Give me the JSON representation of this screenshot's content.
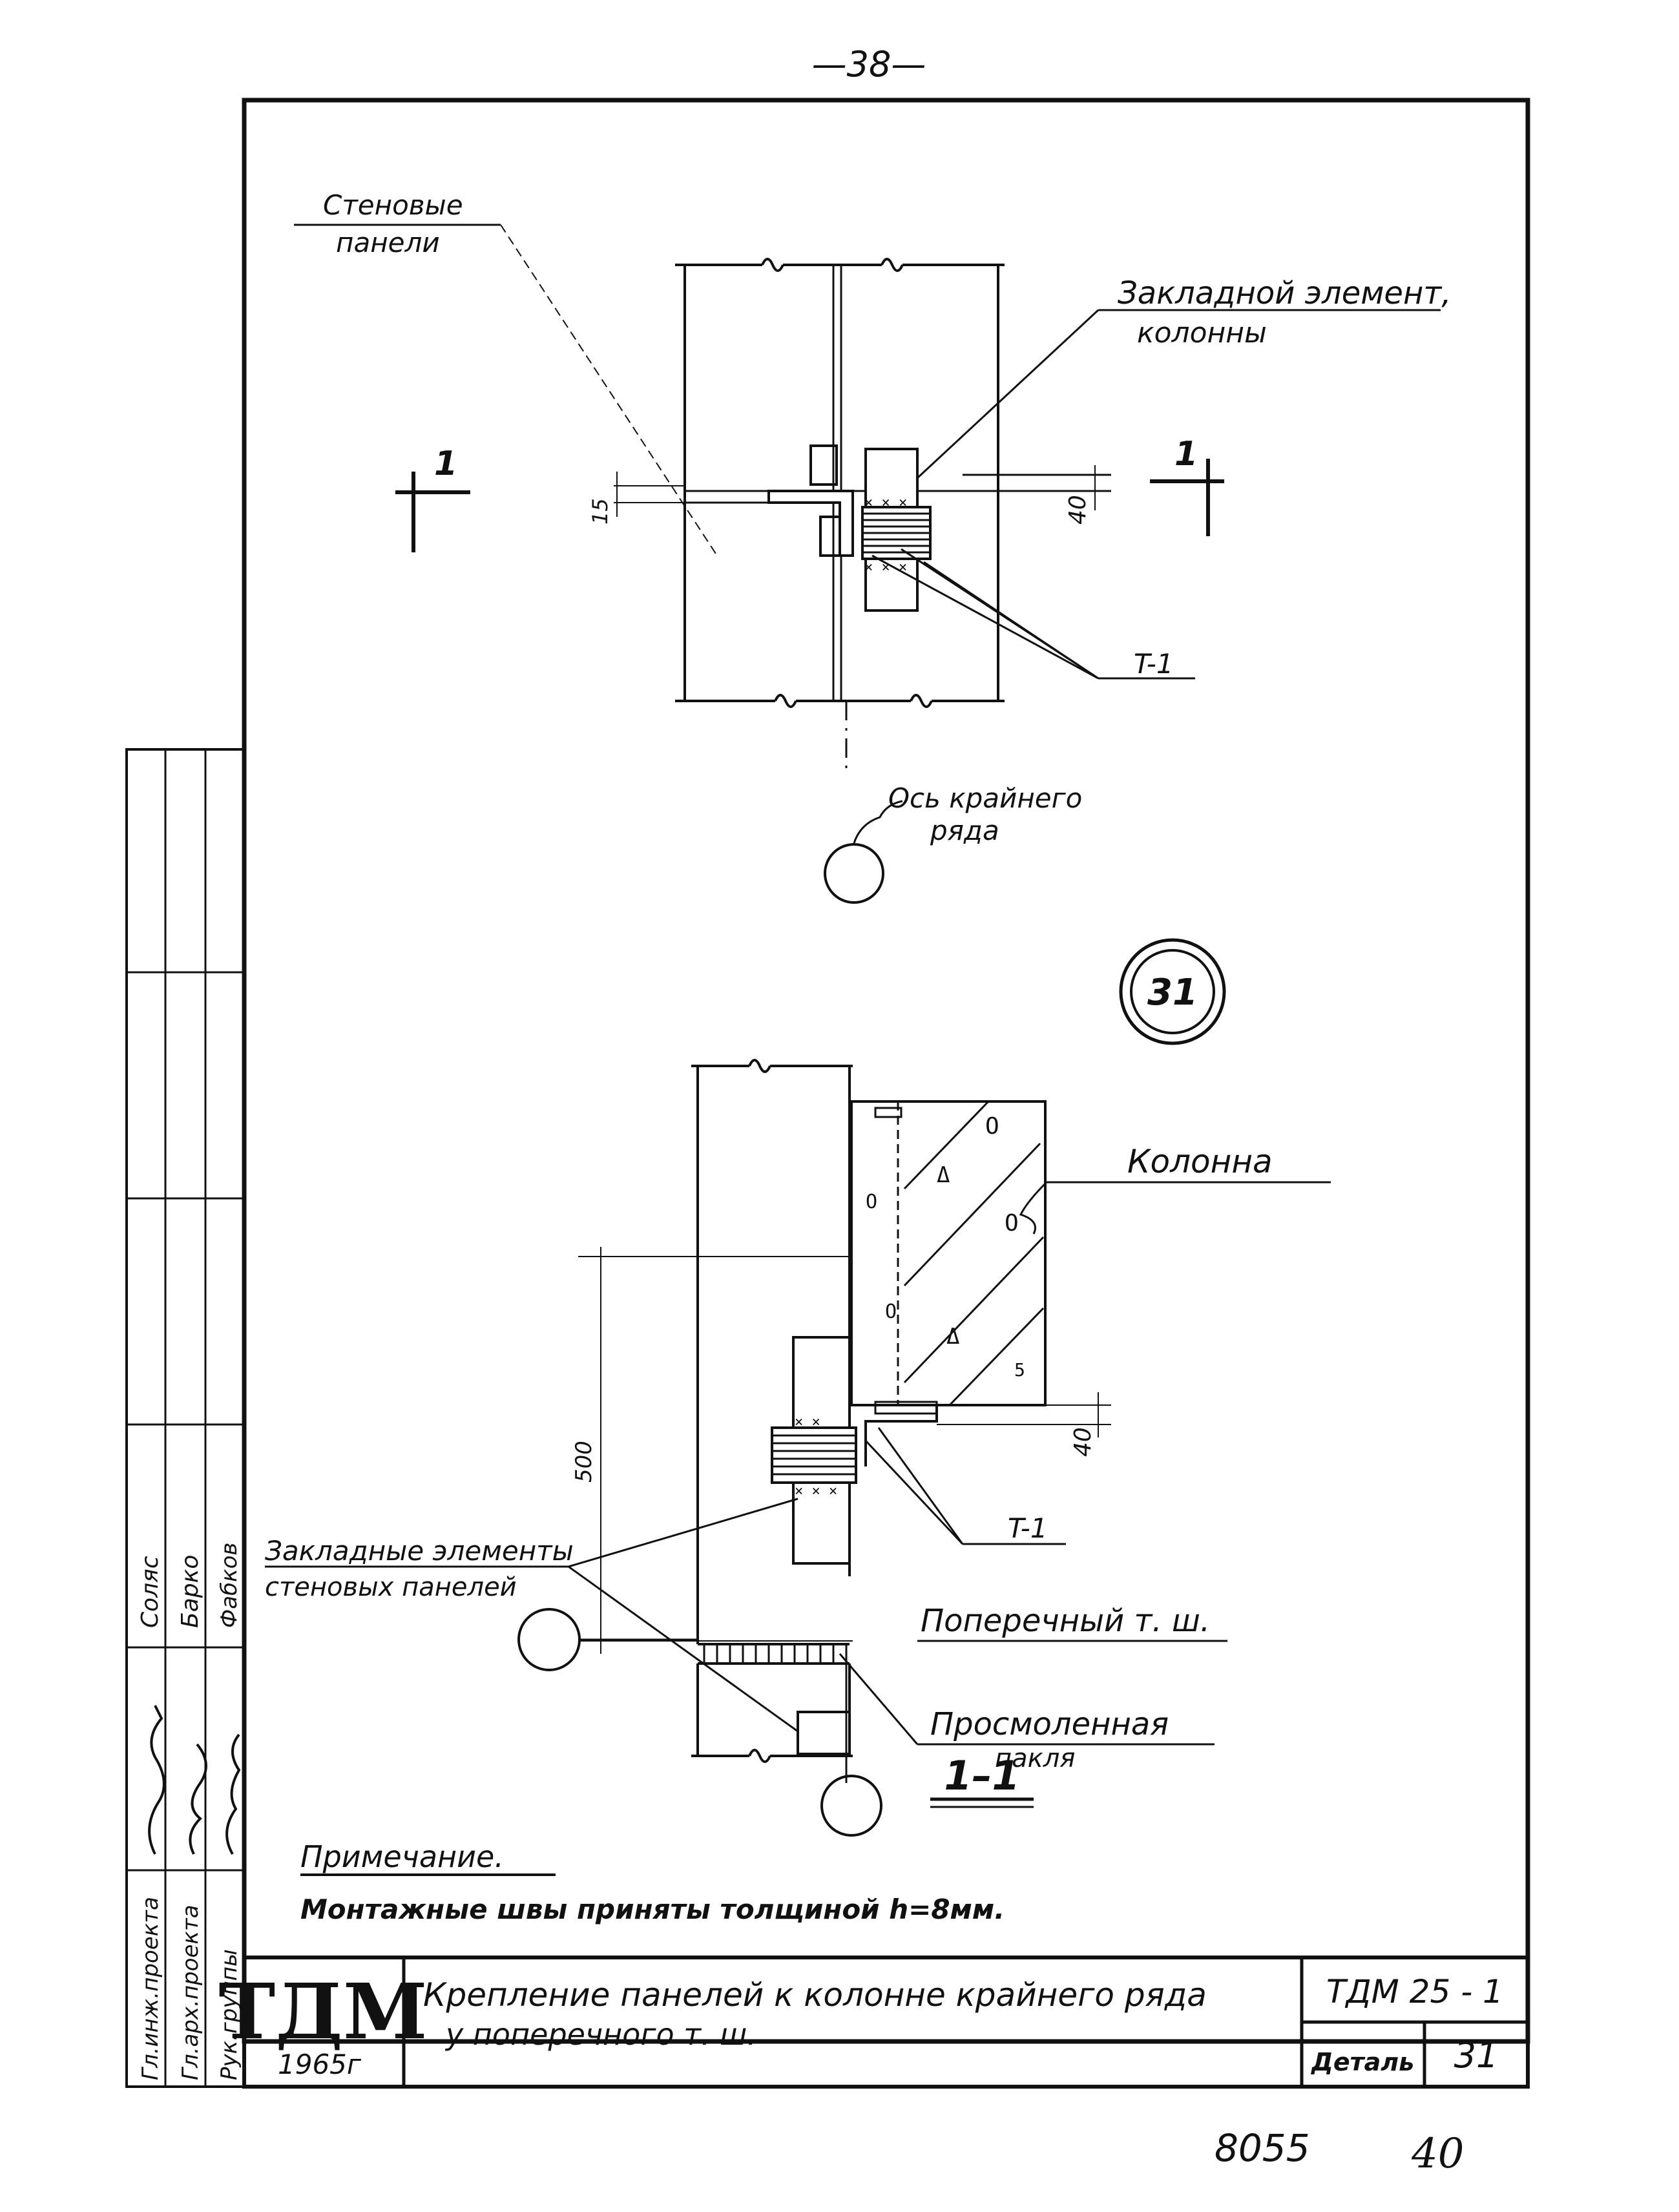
{
  "page_number": "—38—",
  "labels": {
    "wall_panels_line1": "Стеновые",
    "wall_panels_line2": "панели",
    "embedded_column_line1": "Закладной элемент,",
    "embedded_column_line2": "колонны",
    "section_mark": "1",
    "dim_15": "15",
    "dim_40": "40",
    "dim_500": "500",
    "t1": "T-1",
    "axis_line1": "Ось крайнего",
    "axis_line2": "ряда",
    "detail_number": "31",
    "column": "Колонна",
    "embedded_panels_line1": "Закладные элементы",
    "embedded_panels_line2": "стеновых панелей",
    "transverse_joint": "Поперечный т. ш.",
    "tow_line1": "Просмоленная",
    "tow_line2": "пакля",
    "section_title": "1–1"
  },
  "note": {
    "heading": "Примечание.",
    "text": "Монтажные швы приняты толщиной h=8мм."
  },
  "title_block": {
    "logo": "ТДМ",
    "year": "1965г",
    "title_line1": "Крепление панелей к колонне крайнего ряда",
    "title_line2": "у поперечного т. ш.",
    "code": "ТДМ 25 - 1",
    "detail_label": "Деталь",
    "detail_value": "31"
  },
  "side_stamp": {
    "roles": [
      "Гл.инж.проекта",
      "Гл.арх.проекта",
      "Рук.группы"
    ],
    "names": [
      "Соляс",
      "Барко",
      "Фабков"
    ]
  },
  "footer": {
    "archive_number": "8055",
    "sheet_number": "40"
  }
}
